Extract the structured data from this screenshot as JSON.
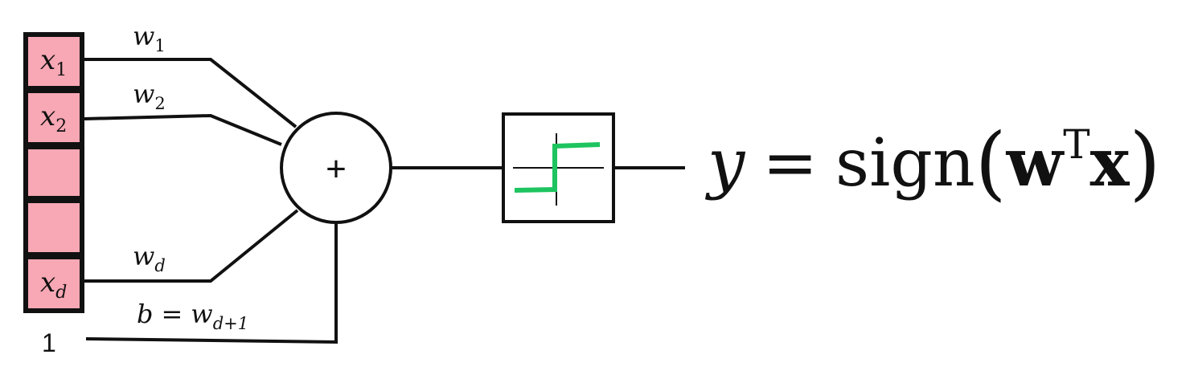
{
  "colors": {
    "cell_fill": "#f7a8b4",
    "stroke": "#111111",
    "step_curve": "#1dc45f"
  },
  "inputs": {
    "x1": {
      "var": "x",
      "sub": "1"
    },
    "x2": {
      "var": "x",
      "sub": "2"
    },
    "xd": {
      "var": "x",
      "sub": "d"
    },
    "bias": "1"
  },
  "weights": {
    "w1": {
      "var": "w",
      "sub": "1"
    },
    "w2": {
      "var": "w",
      "sub": "2"
    },
    "wd": {
      "var": "w",
      "sub": "d"
    },
    "bias": {
      "lhs": "b",
      "eq": "=",
      "var": "w",
      "sub": "d+1"
    }
  },
  "sum_node": {
    "symbol": "+"
  },
  "activation": {
    "icon": "step-function-icon"
  },
  "output": {
    "y": "y",
    "eq": "=",
    "func": "sign",
    "open": "(",
    "w": "w",
    "sup": "T",
    "x": "x",
    "close": ")"
  }
}
